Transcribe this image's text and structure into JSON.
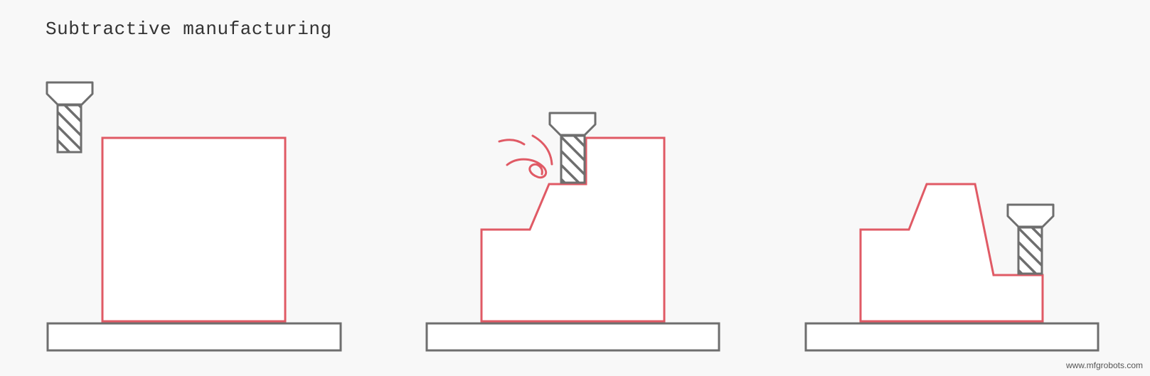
{
  "title": "Subtractive manufacturing",
  "watermark": "www.mfgrobots.com",
  "colors": {
    "background": "#f8f8f8",
    "workpiece_outline": "#e05a65",
    "tool_and_table": "#6e6e6e",
    "fill": "#ffffff"
  },
  "stages": [
    {
      "name": "stage-1-raw-block",
      "icons": [
        "end-mill-icon",
        "machine-table"
      ]
    },
    {
      "name": "stage-2-cutting",
      "icons": [
        "end-mill-icon",
        "chip-swirl-icon",
        "machine-table"
      ]
    },
    {
      "name": "stage-3-finished-part",
      "icons": [
        "end-mill-icon",
        "machine-table"
      ]
    }
  ]
}
